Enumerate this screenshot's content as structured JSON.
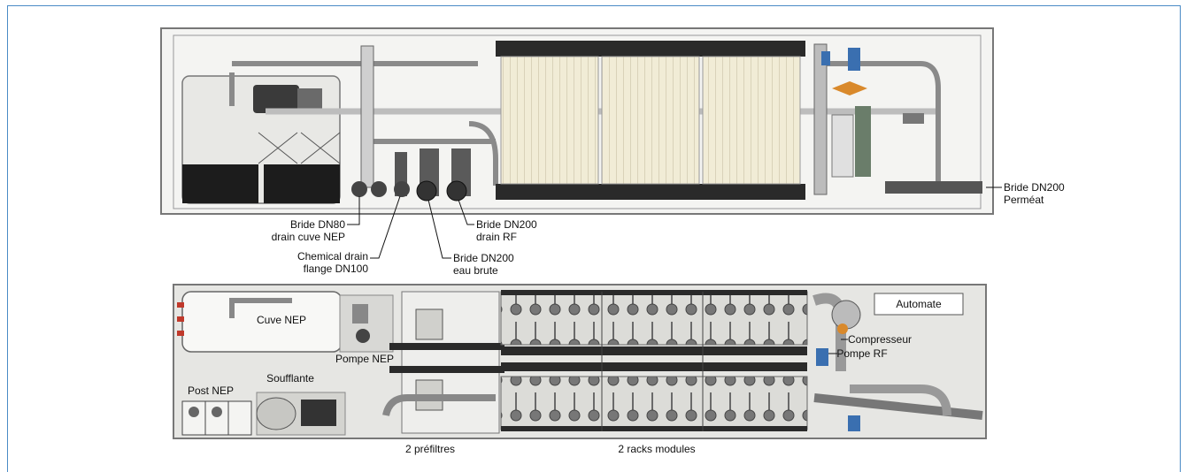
{
  "colors": {
    "frame_border": "#4a8bc6",
    "container_fill": "#e6e6e3",
    "module_fill": "#f1ecd6",
    "pipe_dark": "#2a2a2a",
    "valve_blue": "#3a6fb0",
    "valve_orange": "#d9892b",
    "tank_black": "#1c1c1c"
  },
  "top_view": {
    "labels": {
      "bride_dn80_line1": "Bride DN80",
      "bride_dn80_line2": "drain cuve NEP",
      "chemical_drain_line1": "Chemical drain",
      "chemical_drain_line2": "flange DN100",
      "bride_dn200_rf_line1": "Bride DN200",
      "bride_dn200_rf_line2": "drain RF",
      "bride_dn200_eau_line1": "Bride DN200",
      "bride_dn200_eau_line2": "eau brute",
      "bride_dn200_perm_line1": "Bride DN200",
      "bride_dn200_perm_line2": "Perméat"
    }
  },
  "plan_view": {
    "labels": {
      "cuve_nep": "Cuve NEP",
      "pompe_nep": "Pompe NEP",
      "soufflante": "Soufflante",
      "post_nep": "Post NEP",
      "automate": "Automate",
      "compresseur": "Compresseur",
      "pompe_rf": "Pompe RF",
      "prefiltres": "2 préfiltres",
      "racks_modules": "2 racks modules"
    }
  }
}
